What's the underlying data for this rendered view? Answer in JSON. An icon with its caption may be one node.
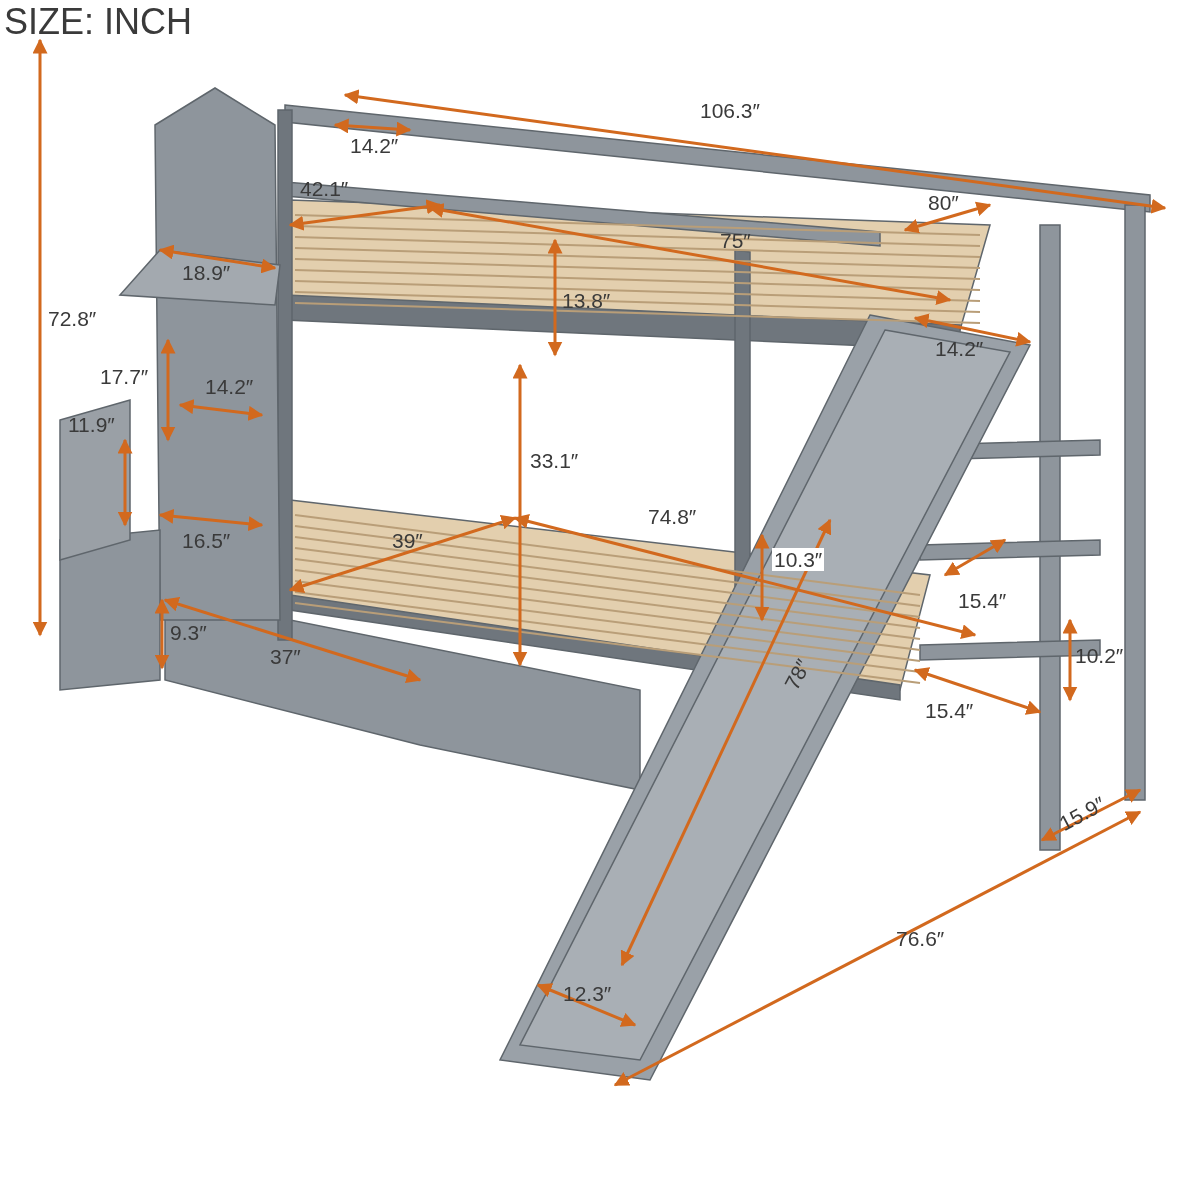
{
  "diagram": {
    "title": "SIZE: INCH",
    "labels": [
      "72.8″",
      "14.2″",
      "106.3″",
      "42.1″",
      "80″",
      "18.9″",
      "75″",
      "13.8″",
      "14.2″",
      "17.7″",
      "14.2″",
      "11.9″",
      "33.1″",
      "16.5″",
      "39″",
      "74.8″",
      "10.3″",
      "15.4″",
      "9.3″",
      "37″",
      "78″",
      "10.2″",
      "15.4″",
      "15.9″",
      "76.6″",
      "12.3″"
    ]
  }
}
